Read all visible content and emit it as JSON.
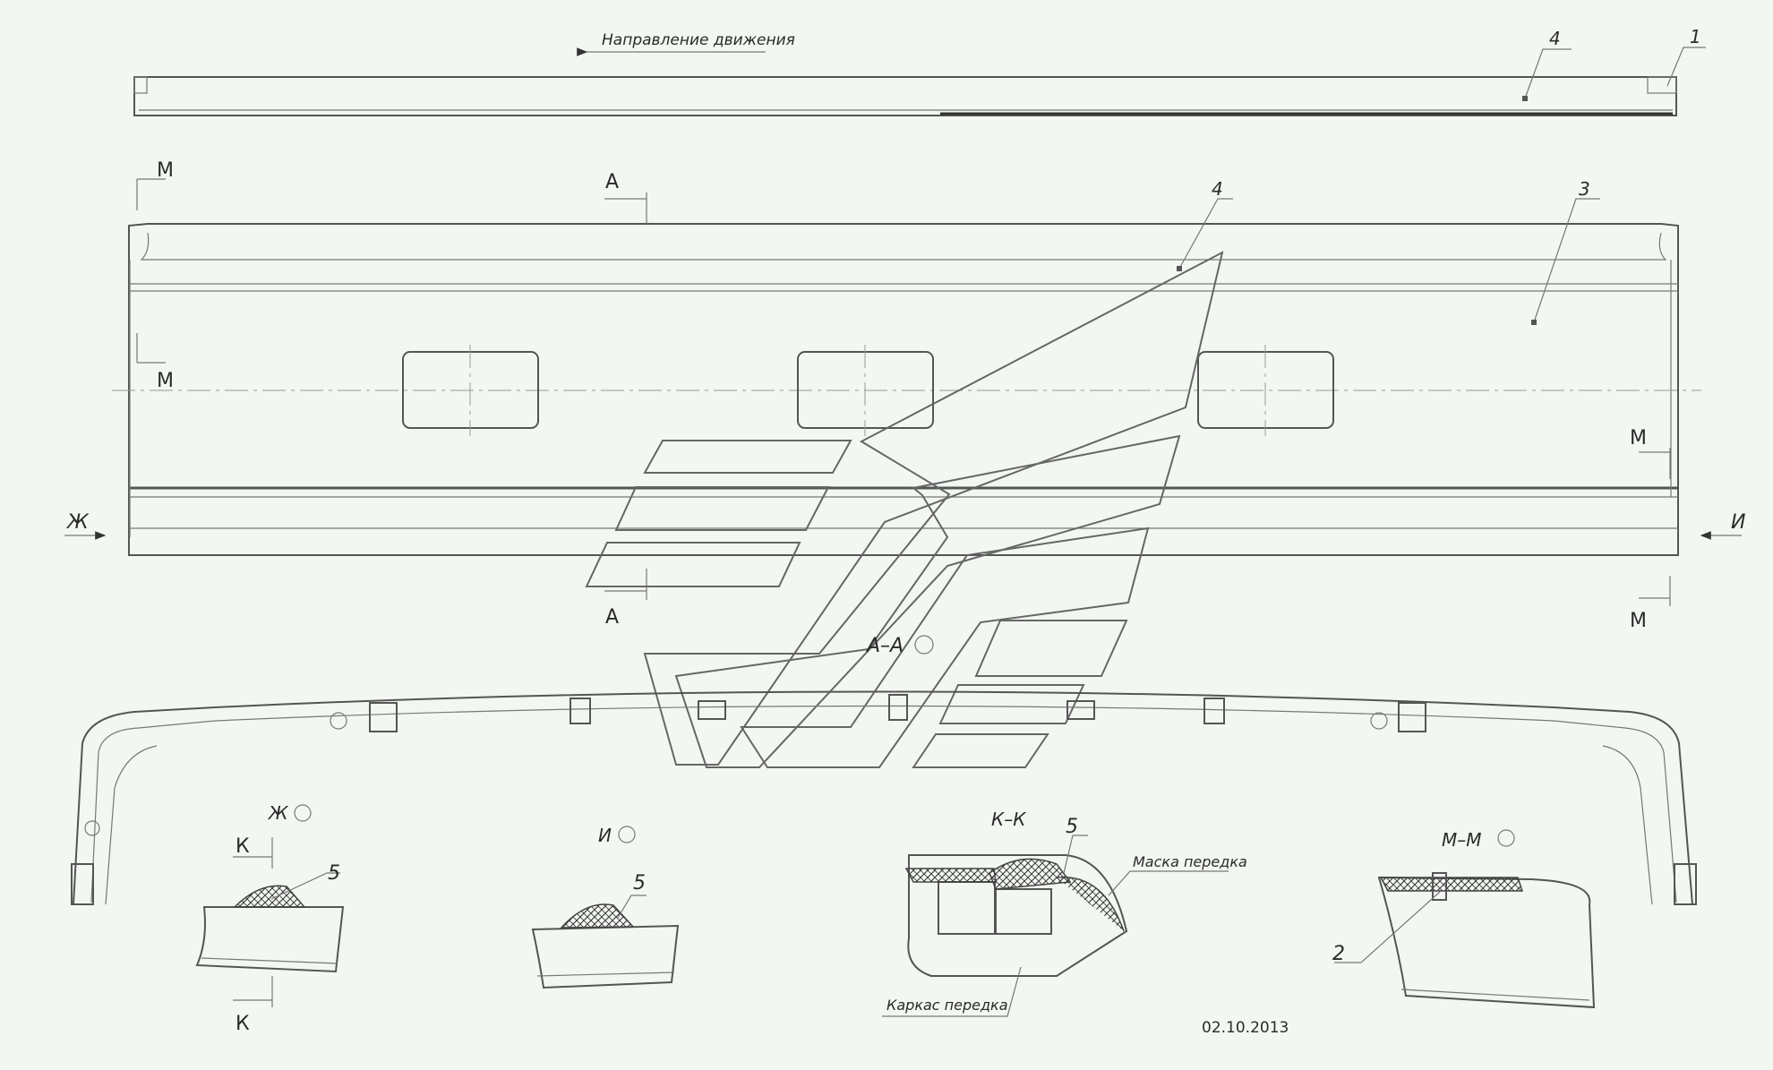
{
  "labels": {
    "direction": "Направление движения",
    "pos1": "1",
    "pos2": "2",
    "pos3": "3",
    "pos4": "4",
    "pos5": "5",
    "m": "М",
    "a": "А",
    "zh": "Ж",
    "i": "И",
    "k": "К",
    "aa": "А–А",
    "zh_view": "Ж",
    "i_view": "И",
    "kk": "К–К",
    "mm": "М–М",
    "mask": "Маска передка",
    "frame": "Каркас передка",
    "date": "02.10.2013"
  }
}
